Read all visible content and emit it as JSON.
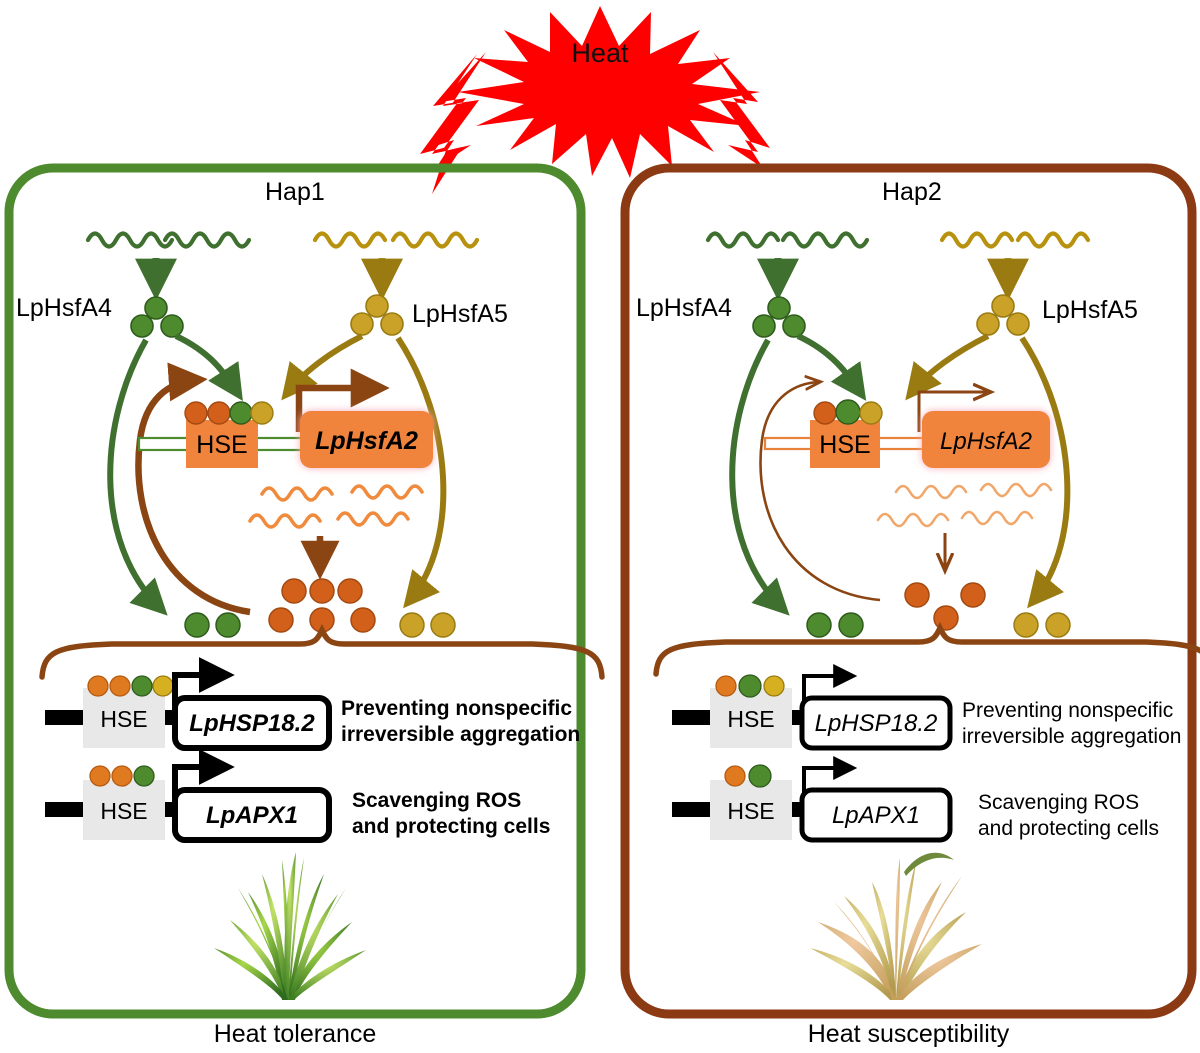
{
  "figure": {
    "type": "biological-pathway-diagram",
    "title_visible": false,
    "stimulus": {
      "label": "Heat",
      "icon": "starburst-icon",
      "color": "#FF0000",
      "bolt_icon": "lightning-bolt-icon",
      "targets": [
        "Hap1",
        "Hap2"
      ]
    },
    "panels": [
      {
        "id": "hap1",
        "title": "Hap1",
        "border_color": "#4E8A2E",
        "outcome_label": "Heat tolerance",
        "plant_icon": "healthy-grass-plant-icon",
        "plant_state": "healthy-green",
        "response_strength": "strong",
        "left_factor": {
          "label": "LpHsfA4",
          "color": "#3F7030",
          "mrna_icon": "mrna-squiggle-icon",
          "mrna_count": 2,
          "trimer_icon": "protein-trimer-icon"
        },
        "right_factor": {
          "label": "LpHsfA5",
          "color": "#B8920F",
          "mrna_icon": "mrna-squiggle-icon",
          "mrna_count": 2,
          "trimer_icon": "protein-trimer-icon"
        },
        "promoter": {
          "hse_label": "HSE",
          "gene_label": "LpHsfA2",
          "gene_bold": true,
          "box_fill": "#F0843C",
          "glow_color": "#F9B8C0",
          "bound_circles": [
            "orange",
            "orange",
            "green",
            "yellow"
          ]
        },
        "transcript": {
          "icon": "mrna-squiggle-icon",
          "count": 4,
          "color": "#F08A3C"
        },
        "protein_pool": {
          "icon": "protein-circle-icon",
          "count": 6,
          "color": "#D2601A"
        },
        "leftover_pool": {
          "color": "#4E8A2E",
          "count": 2
        },
        "rightover_pool": {
          "color": "#C9A227",
          "count": 2
        },
        "brace_icon": "curly-brace-icon",
        "brace_color": "#8B4513",
        "targets": [
          {
            "hse_label": "HSE",
            "gene_label": "LpHSP18.2",
            "bold": true,
            "circles": [
              "orange",
              "orange",
              "green",
              "yellow"
            ],
            "function_line1": "Preventing nonspecific",
            "function_line2": "irreversible aggregation"
          },
          {
            "hse_label": "HSE",
            "gene_label": "LpAPX1",
            "bold": true,
            "circles": [
              "orange",
              "orange",
              "green"
            ],
            "function_line1": "Scavenging ROS",
            "function_line2": "and protecting cells"
          }
        ]
      },
      {
        "id": "hap2",
        "title": "Hap2",
        "border_color": "#8B3A13",
        "outcome_label": "Heat susceptibility",
        "plant_icon": "wilted-grass-plant-icon",
        "plant_state": "wilted-yellow",
        "response_strength": "weak",
        "left_factor": {
          "label": "LpHsfA4",
          "color": "#3F7030",
          "mrna_icon": "mrna-squiggle-icon",
          "mrna_count": 2,
          "trimer_icon": "protein-trimer-icon"
        },
        "right_factor": {
          "label": "LpHsfA5",
          "color": "#B8920F",
          "mrna_icon": "mrna-squiggle-icon",
          "mrna_count": 2,
          "trimer_icon": "protein-trimer-icon"
        },
        "promoter": {
          "hse_label": "HSE",
          "gene_label": "LpHsfA2",
          "gene_bold": false,
          "box_fill": "#F0843C",
          "glow_color": "#F9B8C0",
          "bound_circles": [
            "orange",
            "green",
            "yellow"
          ]
        },
        "transcript": {
          "icon": "mrna-squiggle-icon",
          "count": 4,
          "color": "#F2A76A"
        },
        "protein_pool": {
          "icon": "protein-circle-icon",
          "count": 3,
          "color": "#D2601A"
        },
        "leftover_pool": {
          "color": "#4E8A2E",
          "count": 2
        },
        "rightover_pool": {
          "color": "#C9A227",
          "count": 2
        },
        "brace_icon": "curly-brace-icon",
        "brace_color": "#8B4513",
        "targets": [
          {
            "hse_label": "HSE",
            "gene_label": "LpHSP18.2",
            "bold": false,
            "circles": [
              "orange",
              "green",
              "yellow"
            ],
            "function_line1": "Preventing nonspecific",
            "function_line2": "irreversible aggregation"
          },
          {
            "hse_label": "HSE",
            "gene_label": "LpAPX1",
            "bold": false,
            "circles": [
              "orange",
              "green"
            ],
            "function_line1": "Scavenging ROS",
            "function_line2": "and protecting cells"
          }
        ]
      }
    ],
    "palette": {
      "orange_circle": "#D2601A",
      "green_circle": "#4E8A2E",
      "yellow_circle": "#C9A227",
      "green_dark": "#3F7030",
      "olive": "#9A7B12",
      "brown": "#8B4513",
      "orange_box": "#F0843C",
      "hse_grey": "#E8E8E8",
      "black": "#000000"
    }
  }
}
